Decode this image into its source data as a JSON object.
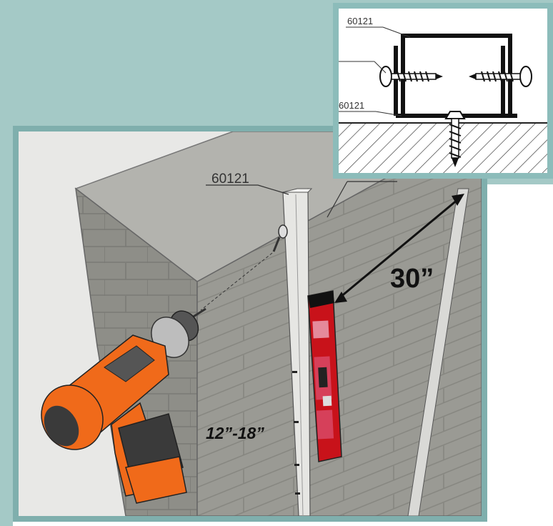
{
  "main_figure": {
    "part_label": "60121",
    "spacing_label": "12”-18”",
    "distance_label": "30”"
  },
  "inset_figure": {
    "part_label_top": "60121",
    "part_label_bottom": "60121"
  },
  "colors": {
    "teal_background": "#a4c9c6",
    "panel_border": "#7fafad",
    "drill_orange": "#f06a1a",
    "level_red": "#c8121a",
    "wall_gray": "#8e8e88"
  }
}
